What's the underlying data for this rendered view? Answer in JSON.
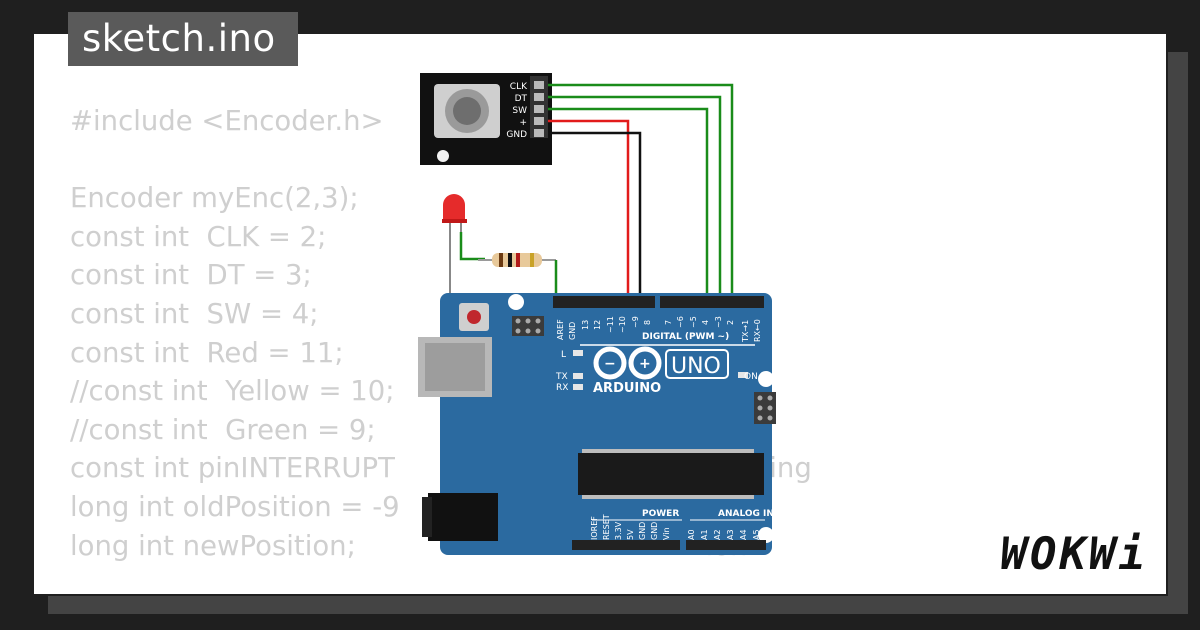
{
  "title": "sketch.ino",
  "code_lines": [
    "#include <Encoder.h>",
    "",
    "Encoder myEnc(2,3);",
    "const int  CLK = 2;",
    "const int  DT = 3;",
    "const int  SW = 4;",
    "const int  Red = 11;",
    "//const int  Yellow = 10;",
    "//const int  Green = 9;",
    "const int pinINTERRUPT                                         king",
    "long int oldPosition = -9                                   ion",
    "long int newPosition;                                        ion"
  ],
  "encoder": {
    "pins": [
      "CLK",
      "DT",
      "SW",
      "+",
      "GND"
    ]
  },
  "arduino": {
    "brand": "ARDUINO",
    "model": "UNO",
    "digital_label": "DIGITAL (PWM ~)",
    "digital_pins": [
      "AREF",
      "GND",
      "13",
      "12",
      "~11",
      "~10",
      "~9",
      "8",
      "7",
      "~6",
      "~5",
      "4",
      "~3",
      "2",
      "TX→1",
      "RX←0"
    ],
    "led_labels": [
      "L",
      "TX",
      "RX"
    ],
    "on_label": "ON",
    "power_label": "POWER",
    "power_pins": [
      "IOREF",
      "RESET",
      "3.3V",
      "5V",
      "GND",
      "GND",
      "Vin"
    ],
    "analog_label": "ANALOG IN",
    "analog_pins": [
      "A0",
      "A1",
      "A2",
      "A3",
      "A4",
      "A5"
    ]
  },
  "logo": "WOKWi",
  "colors": {
    "board": "#2b6aa0",
    "wire_green": "#1a8c1a",
    "wire_red": "#e21b1b",
    "wire_black": "#111111",
    "code_text": "#cfcfcf"
  }
}
